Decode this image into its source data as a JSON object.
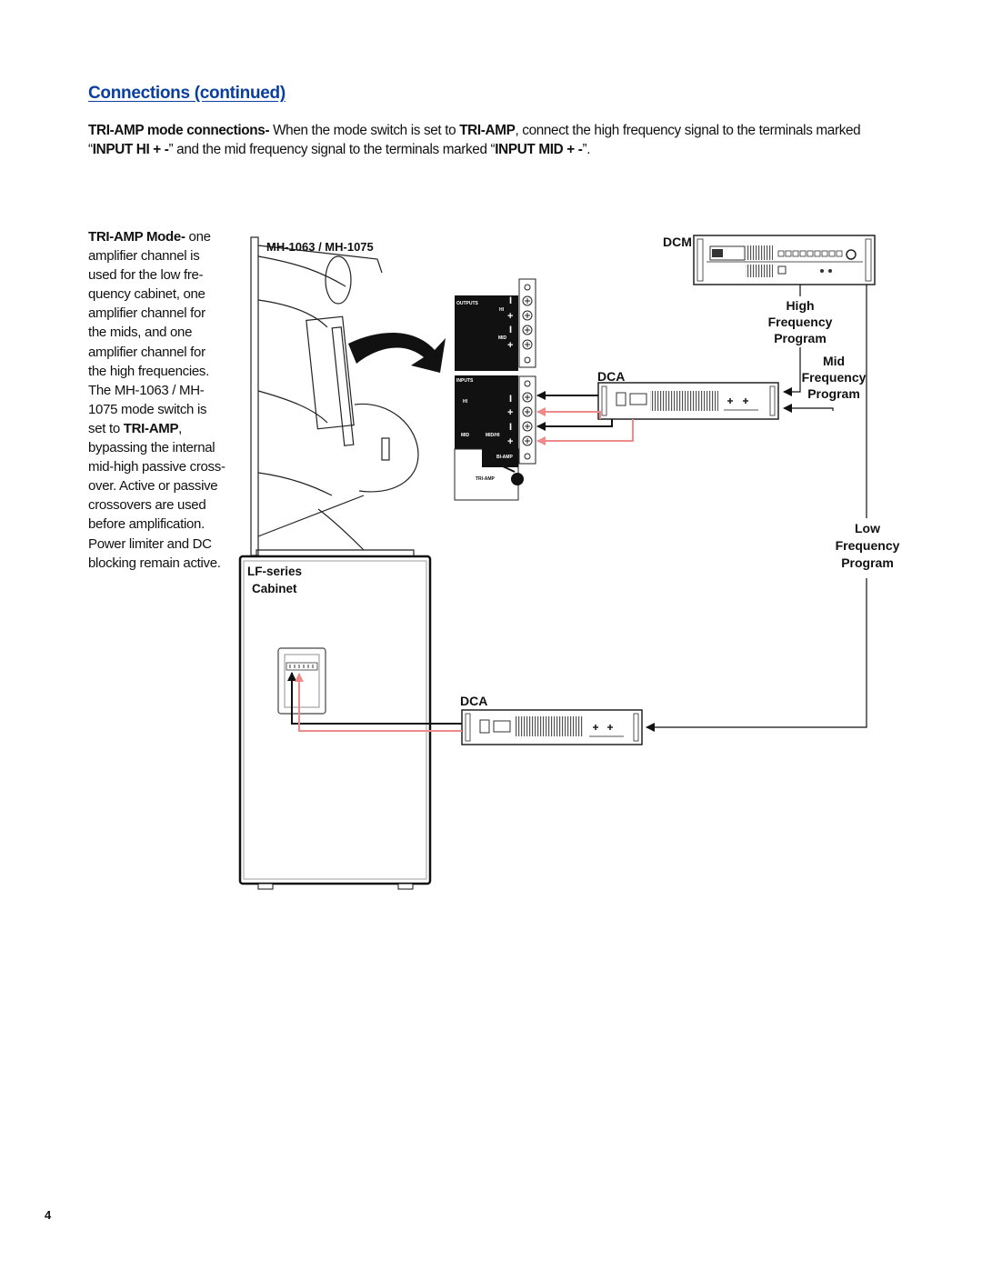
{
  "heading": "Connections (continued)",
  "intro": {
    "lead_bold": "TRI-AMP mode connections-",
    "text_1": " When the mode switch is set to ",
    "bold_2": "TRI-AMP",
    "text_2": ", connect the high frequency signal to the terminals marked",
    "text_3": "“",
    "bold_3": "INPUT HI + -",
    "text_4": "” and the mid frequency signal to the terminals marked “",
    "bold_4": "INPUT MID + -",
    "text_5": "”."
  },
  "sidebar": {
    "title_bold": "TRI-AMP Mode-",
    "title_rest": " one",
    "lines": [
      "amplifier channel is",
      "used for the low fre-",
      "quency cabinet, one",
      "amplifier channel for",
      "the mids, and one",
      "amplifier channel for",
      "the high frequencies.",
      "The MH-1063 / MH-",
      "1075 mode switch is"
    ],
    "set_to": "set to ",
    "set_to_bold": "TRI-AMP",
    "set_to_end": ",",
    "lines_after": [
      "bypassing the internal",
      "mid-high passive cross-",
      "over. Active or passive",
      "crossovers are used",
      "before amplification.",
      "Power limiter and DC",
      "blocking remain active."
    ]
  },
  "diagram": {
    "speaker_label": "MH-1063 / MH-1075",
    "cabinet_label_1": "LF-series",
    "cabinet_label_2": "Cabinet",
    "dcm_label": "DCM",
    "dca_label_top": "DCA",
    "dca_label_bottom": "DCA",
    "high_1": "High",
    "high_2": "Frequency",
    "high_3": "Program",
    "mid_1": "Mid",
    "mid_2": "Frequency",
    "mid_3": "Program",
    "low_1": "Low",
    "low_2": "Frequency",
    "low_3": "Program",
    "panel": {
      "outputs": "OUTPUTS",
      "hi": "HI",
      "mid": "MID",
      "inputs": "INPUTS",
      "in_hi": "HI",
      "in_mid": "MID",
      "mid_hi": "MID/HI",
      "bi_amp": "BI-AMP",
      "tri_amp": "TRI-AMP"
    },
    "colors": {
      "signal_pink": "#f08a8a",
      "line": "#111111"
    }
  },
  "page_number": "4"
}
